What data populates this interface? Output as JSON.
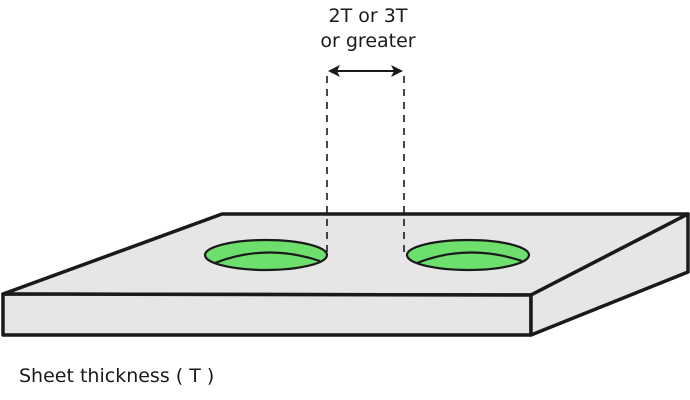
{
  "diagram": {
    "dimension_label": {
      "line1": "2T or 3T",
      "line2": "or greater"
    },
    "thickness_label": "Sheet thickness ( T )",
    "colors": {
      "sheet_fill": "#e6e6e6",
      "hole_fill": "#6ddf6d",
      "stroke": "#1a1a1a",
      "background": "#ffffff"
    },
    "elements": [
      "sheet",
      "hole-left",
      "hole-right",
      "dimension-arrow",
      "dashed-guide-left",
      "dashed-guide-right"
    ]
  }
}
